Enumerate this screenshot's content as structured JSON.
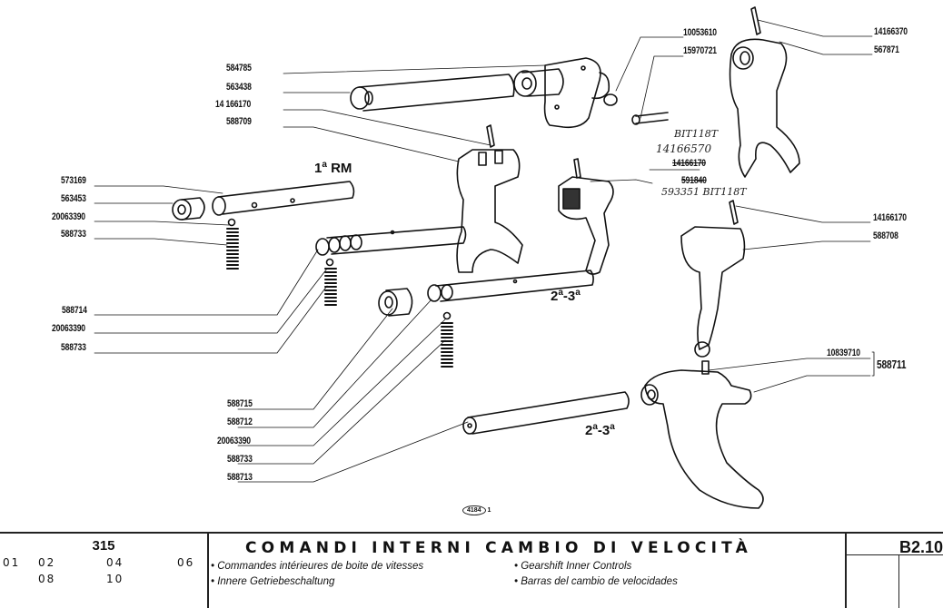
{
  "diagram": {
    "part_labels": [
      {
        "id": "p1",
        "number": "584785"
      },
      {
        "id": "p2",
        "number": "563438"
      },
      {
        "id": "p3",
        "number": "14 166170"
      },
      {
        "id": "p4",
        "number": "588709"
      },
      {
        "id": "p5",
        "number": "573169"
      },
      {
        "id": "p6",
        "number": "563453"
      },
      {
        "id": "p7",
        "number": "20063390"
      },
      {
        "id": "p8",
        "number": "588733"
      },
      {
        "id": "p9",
        "number": "588714"
      },
      {
        "id": "p10",
        "number": "20063390"
      },
      {
        "id": "p11",
        "number": "588733"
      },
      {
        "id": "p12",
        "number": "588715"
      },
      {
        "id": "p13",
        "number": "588712"
      },
      {
        "id": "p14",
        "number": "20063390"
      },
      {
        "id": "p15",
        "number": "588733"
      },
      {
        "id": "p16",
        "number": "588713"
      },
      {
        "id": "p17",
        "number": "10053610"
      },
      {
        "id": "p18",
        "number": "15970721"
      },
      {
        "id": "p19",
        "number": "14166370"
      },
      {
        "id": "p20",
        "number": "567871"
      },
      {
        "id": "p21",
        "number": "14166170"
      },
      {
        "id": "p22",
        "number": "588708"
      },
      {
        "id": "p23",
        "number": "10839710"
      },
      {
        "id": "p24",
        "number": "588711"
      }
    ],
    "handwritten": {
      "note1": "BIT118T",
      "note2": "14166570",
      "struck1": "14166170",
      "struck2": "591840",
      "note3": "593351 BIT118T"
    },
    "gear_labels": {
      "first_reverse": {
        "main": "1",
        "sup": "a",
        "rest": " RM"
      },
      "second_third_a": {
        "a": "2",
        "sa": "a",
        "dash": "-",
        "b": "3",
        "sb": "a"
      },
      "second_third_b": {
        "a": "2",
        "sa": "a",
        "dash": "-",
        "b": "3",
        "sb": "a"
      }
    },
    "figure_ref": {
      "code": "4184",
      "suffix": "1"
    }
  },
  "footer": {
    "model": "315",
    "variants_row1": [
      "01",
      "02",
      "04",
      "06"
    ],
    "variants_row2": [
      "08",
      "10"
    ],
    "title": "COMANDI INTERNI CAMBIO DI VELOCITÀ",
    "subtitles": {
      "fr": "• Commandes intérieures de boite de vitesses",
      "en": "• Gearshift Inner Controls",
      "de": "• Innere Getriebeschaltung",
      "es": "• Barras del cambio de velocidades"
    },
    "sheet_code": "B2.10"
  }
}
